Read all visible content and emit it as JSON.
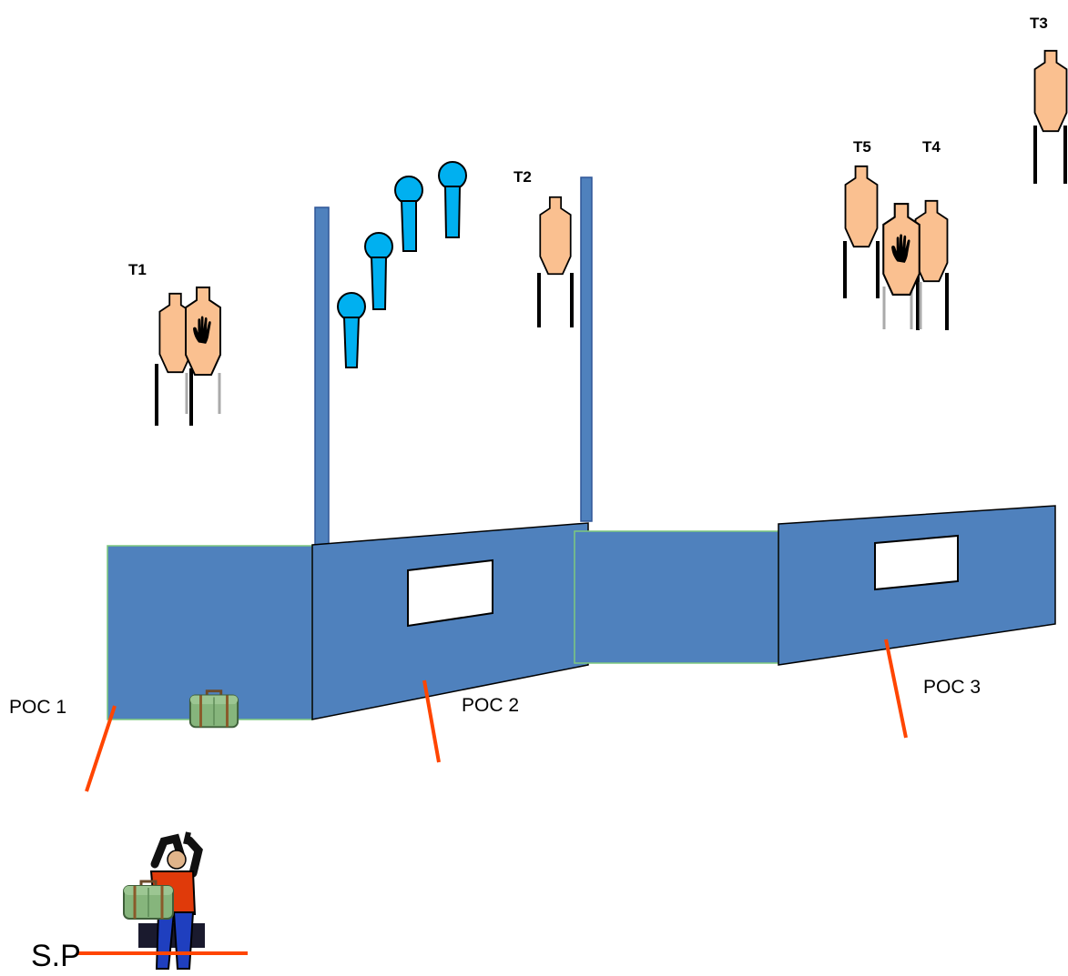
{
  "targets": {
    "t1": "T1",
    "t2": "T2",
    "t3": "T3",
    "t4": "T4",
    "t5": "T5"
  },
  "positions": {
    "poc1": "POC 1",
    "poc2": "POC 2",
    "poc3": "POC 3",
    "start": "S.P"
  },
  "colors": {
    "wall": "#4f81bd",
    "target": "#fac090",
    "steel": "#00b0f0",
    "fault_line": "#ff4500",
    "bag": "#77a870"
  },
  "icons": [
    "no-shoot-hand-icon",
    "suitcase-icon",
    "shooter-icon"
  ]
}
